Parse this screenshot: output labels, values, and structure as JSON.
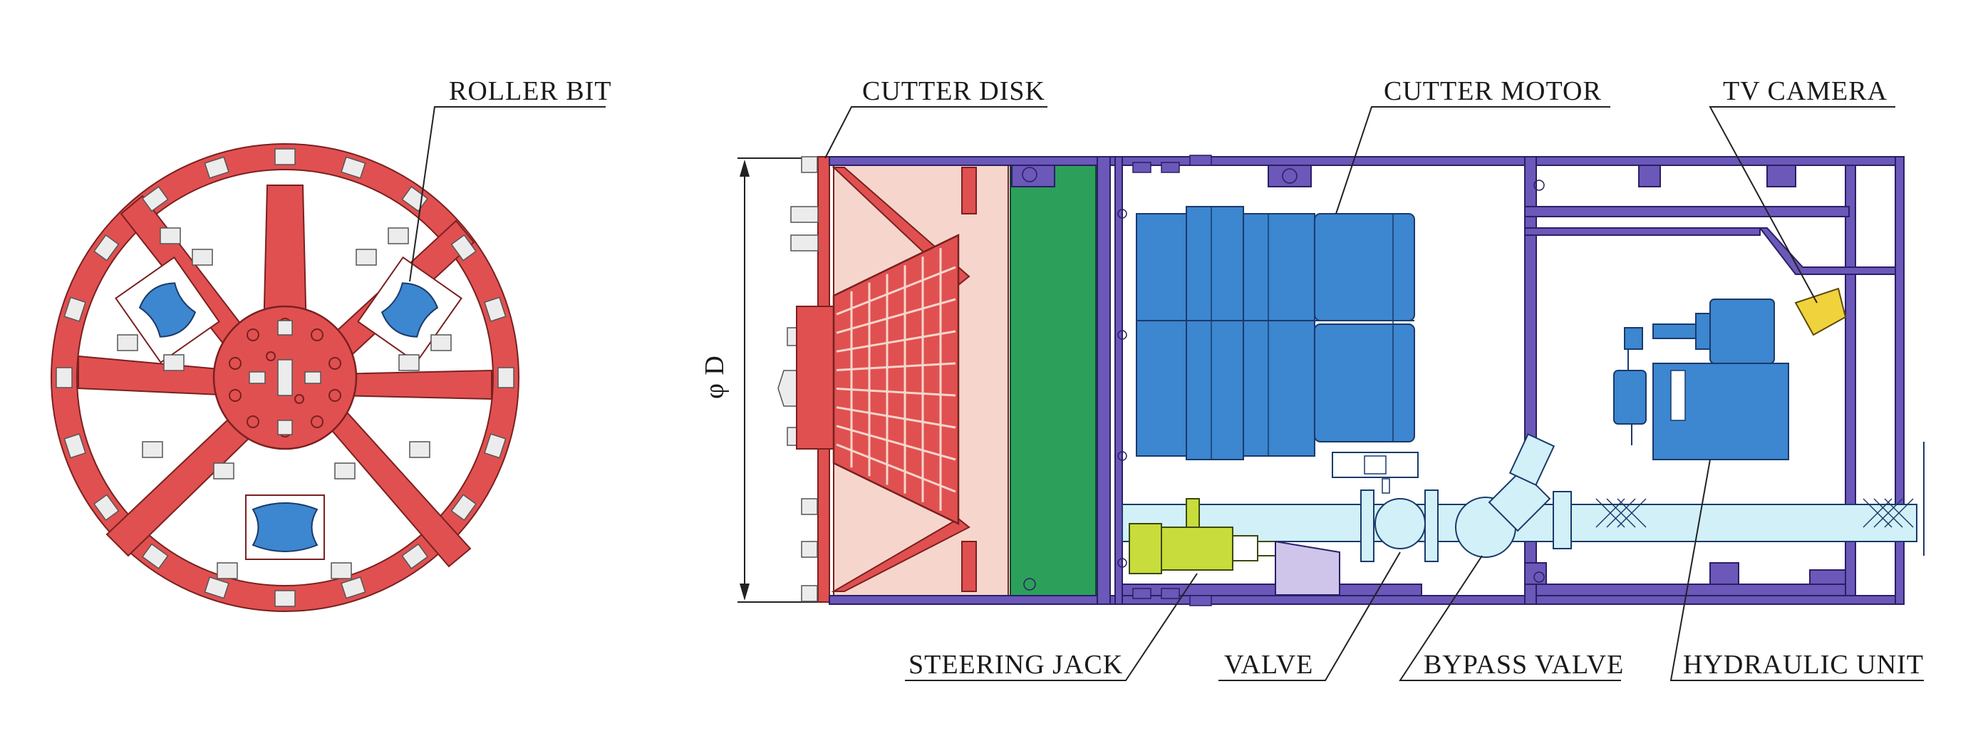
{
  "labels": {
    "roller_bit": "ROLLER BIT",
    "cutter_disk": "CUTTER DISK",
    "cutter_motor": "CUTTER MOTOR",
    "tv_camera": "TV CAMERA",
    "steering_jack": "STEERING JACK",
    "valve": "VALVE",
    "bypass_valve": "BYPASS VALVE",
    "hydraulic_unit": "HYDRAULIC UNIT",
    "diameter": "φ D"
  },
  "colors": {
    "cutter_red": "#e05050",
    "roller_blue": "#3d86d0",
    "frame_purple": "#6b58b8",
    "bulkhead_green": "#2ca05a",
    "pink_fill": "#f6d6cc",
    "motor_blue": "#3d86d0",
    "pipe_cyan": "#d2f0f8",
    "jack_yellow": "#c8dc3c",
    "lavender": "#cfc4ea"
  }
}
